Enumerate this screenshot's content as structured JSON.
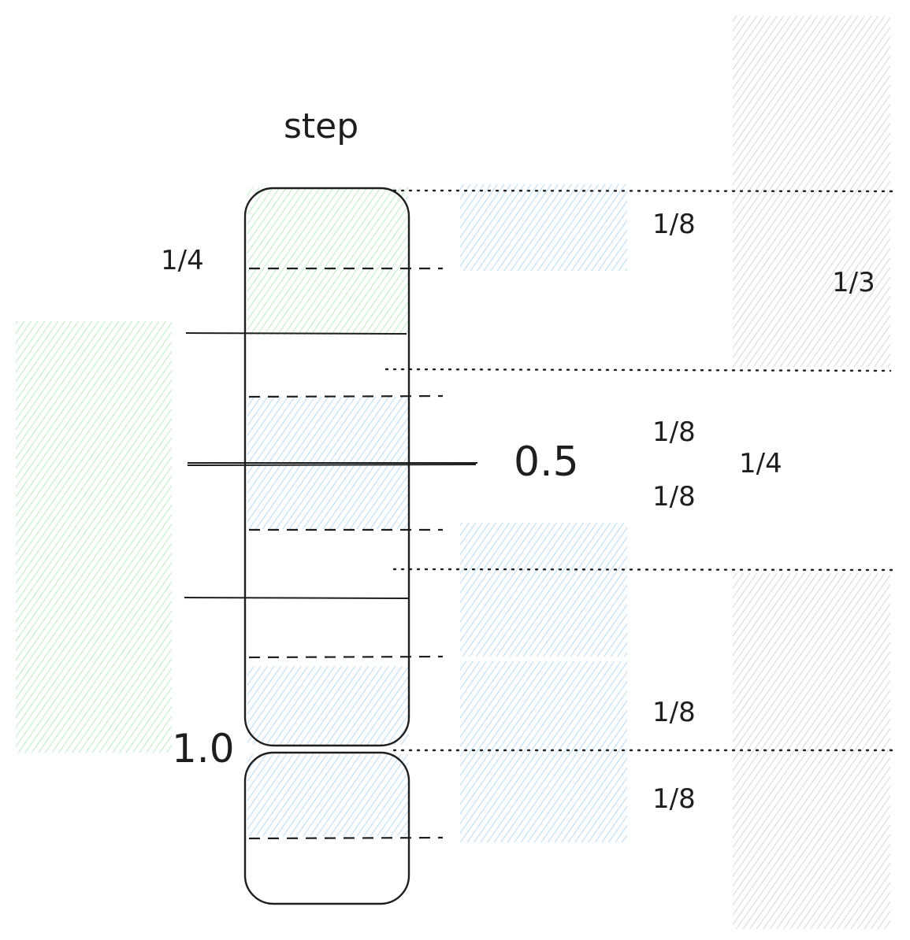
{
  "title": "step",
  "labels": {
    "quarter_top": "1/4",
    "eighth_top_right": "1/8",
    "third_right": "1/3",
    "eighth_mid_upper": "1/8",
    "half": "0.5",
    "quarter_mid": "1/4",
    "eighth_mid_lower": "1/8",
    "one": "1.0",
    "eighth_bottom_upper": "1/8",
    "eighth_bottom_lower": "1/8"
  },
  "colors": {
    "stroke": "#1e1e1e",
    "green_hatch": "#a9e8b4",
    "blue_hatch": "#a5d3f2",
    "gray_hatch": "#c9cccf"
  }
}
